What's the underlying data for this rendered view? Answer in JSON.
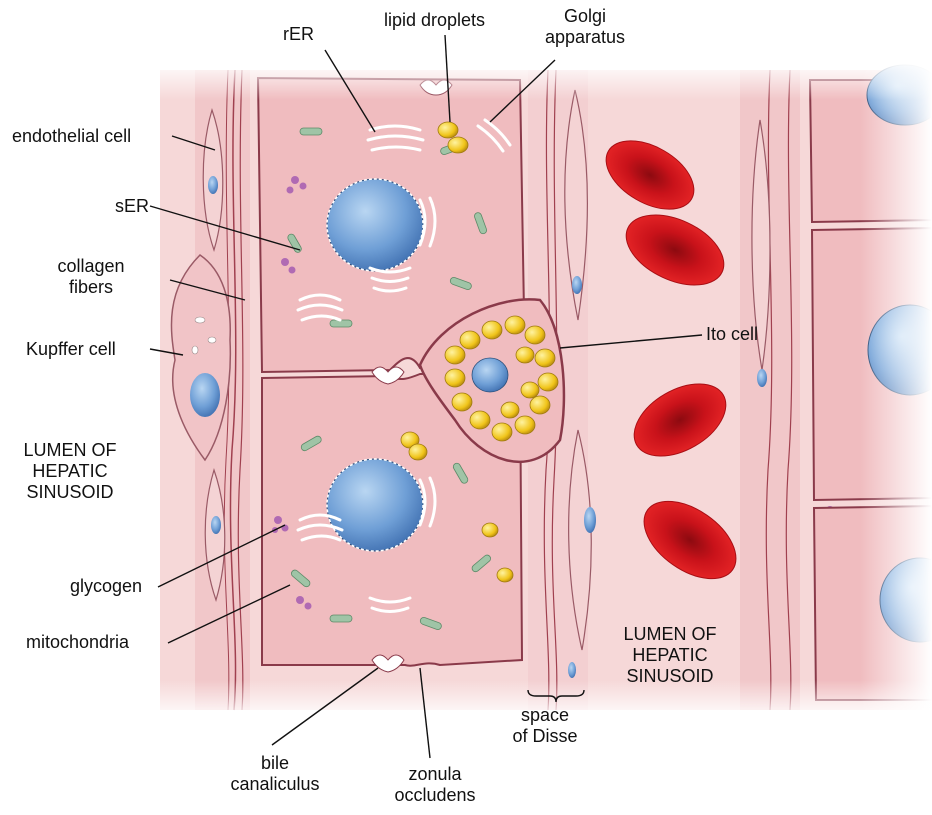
{
  "labels": {
    "rER": "rER",
    "lipid_droplets": "lipid droplets",
    "golgi": [
      "Golgi",
      "apparatus"
    ],
    "endothelial_cell": "endothelial cell",
    "sER": "sER",
    "collagen_fibers": [
      "collagen",
      "fibers"
    ],
    "kupffer_cell": "Kupffer cell",
    "ito_cell": "Ito cell",
    "lumen_left": [
      "LUMEN OF",
      "HEPATIC",
      "SINUSOID"
    ],
    "glycogen": "glycogen",
    "mitochondria": "mitochondria",
    "lumen_right": [
      "LUMEN OF",
      "HEPATIC",
      "SINUSOID"
    ],
    "space_of_disse": [
      "space",
      "of Disse"
    ],
    "bile_canaliculus": [
      "bile",
      "canaliculus"
    ],
    "zonula_occludens": [
      "zonula",
      "occludens"
    ]
  },
  "colors": {
    "background_tissue": "#f6d8d8",
    "hepatocyte": "#f0bcbf",
    "membrane": "#8a3a4a",
    "nucleus": "#6f9fd6",
    "rbc": "#d8141c",
    "lipid": "#f0c419",
    "mitochondria": "#9fc4a6",
    "glycogen": "#b06ab3"
  }
}
